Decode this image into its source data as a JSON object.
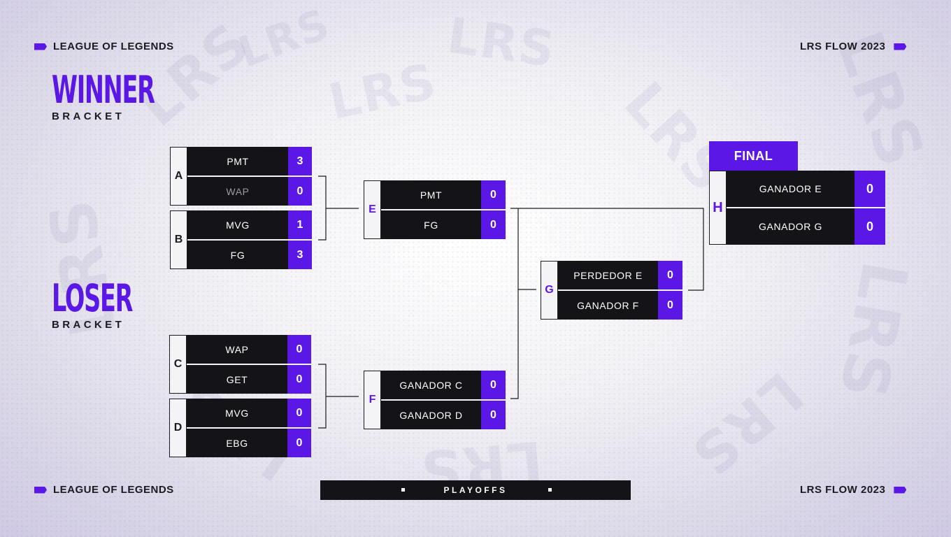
{
  "header": {
    "left": "LEAGUE OF LEGENDS",
    "right": "LRS FLOW 2023"
  },
  "footer": {
    "left": "LEAGUE OF LEGENDS",
    "right": "LRS FLOW 2023",
    "center": "PLAYOFFS"
  },
  "background_word": "LRS",
  "colors": {
    "accent": "#5b17e6",
    "dark": "#141418",
    "light": "#f4f4f6"
  },
  "winner_bracket": {
    "big": "WINNER",
    "small": "BRACKET"
  },
  "loser_bracket": {
    "big": "LOSER",
    "small": "BRACKET"
  },
  "final_label": "FINAL",
  "matches": {
    "A": {
      "letter": "A",
      "teams": [
        {
          "name": "PMT",
          "score": "3"
        },
        {
          "name": "WAP",
          "score": "0"
        }
      ]
    },
    "B": {
      "letter": "B",
      "teams": [
        {
          "name": "MVG",
          "score": "1"
        },
        {
          "name": "FG",
          "score": "3"
        }
      ]
    },
    "C": {
      "letter": "C",
      "teams": [
        {
          "name": "WAP",
          "score": "0"
        },
        {
          "name": "GET",
          "score": "0"
        }
      ]
    },
    "D": {
      "letter": "D",
      "teams": [
        {
          "name": "MVG",
          "score": "0"
        },
        {
          "name": "EBG",
          "score": "0"
        }
      ]
    },
    "E": {
      "letter": "E",
      "teams": [
        {
          "name": "PMT",
          "score": "0"
        },
        {
          "name": "FG",
          "score": "0"
        }
      ]
    },
    "F": {
      "letter": "F",
      "teams": [
        {
          "name": "GANADOR C",
          "score": "0"
        },
        {
          "name": "GANADOR D",
          "score": "0"
        }
      ]
    },
    "G": {
      "letter": "G",
      "teams": [
        {
          "name": "PERDEDOR E",
          "score": "0"
        },
        {
          "name": "GANADOR F",
          "score": "0"
        }
      ]
    },
    "H": {
      "letter": "H",
      "teams": [
        {
          "name": "GANADOR E",
          "score": "0"
        },
        {
          "name": "GANADOR G",
          "score": "0"
        }
      ]
    }
  }
}
